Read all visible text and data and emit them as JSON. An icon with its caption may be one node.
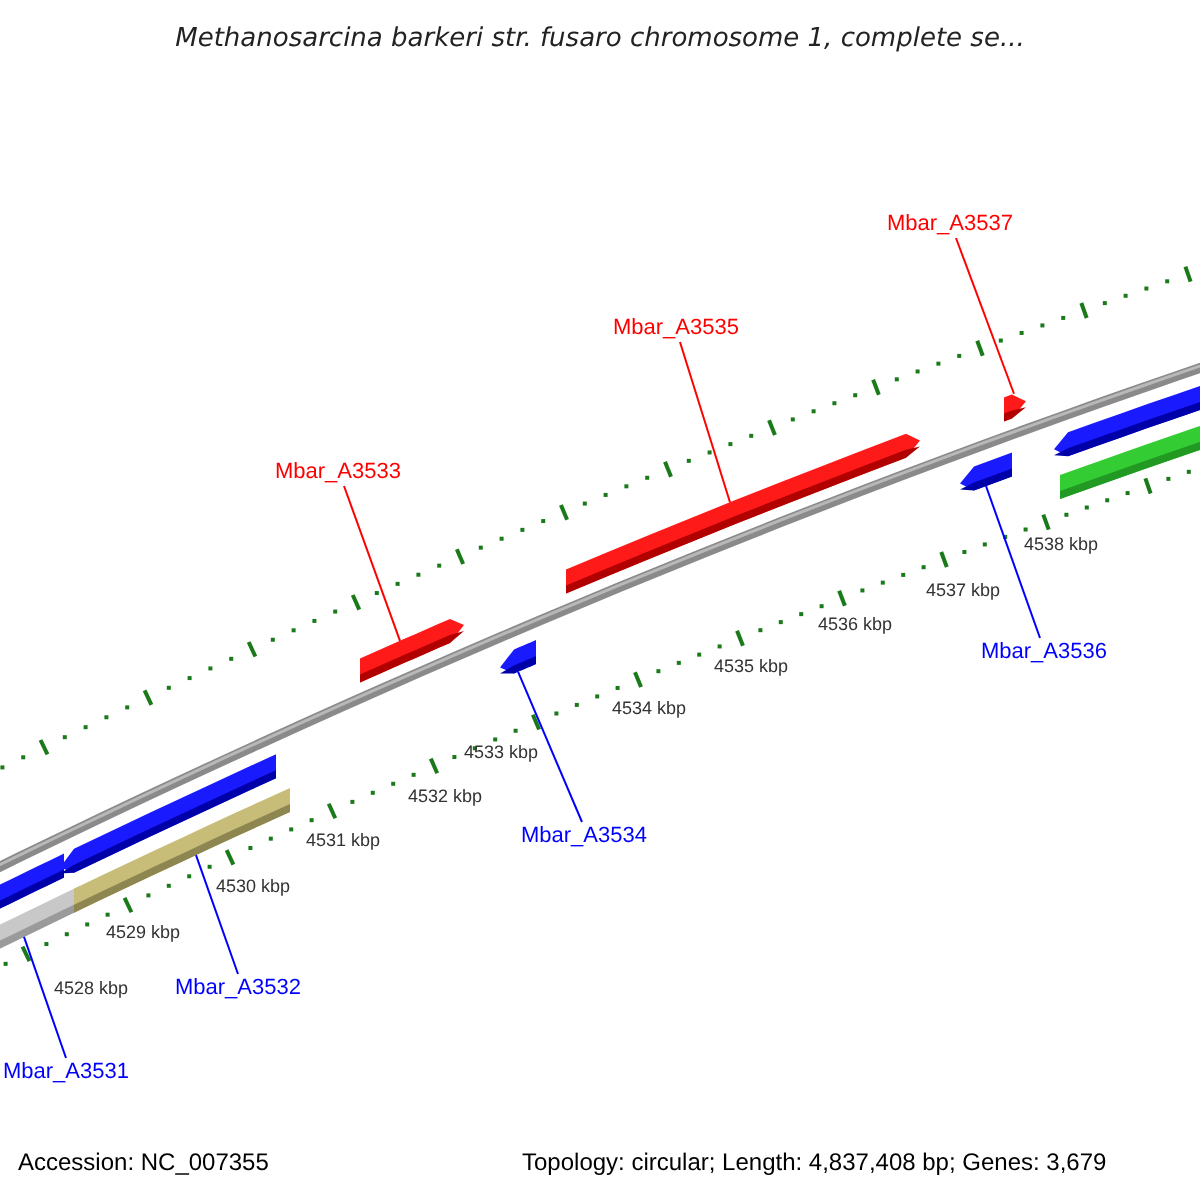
{
  "diagram": {
    "title": "Methanosarcina barkeri str. fusaro chromosome 1, complete se...",
    "nodes": [
      {
        "text": [
          "Mbar_A3537"
        ]
      },
      {
        "text": [
          "Mbar_A3535"
        ]
      },
      {
        "text": [
          "Mbar_A3533"
        ]
      },
      {
        "text": [
          "Mbar_A3536"
        ]
      },
      {
        "text": [
          "Mbar_A3534"
        ]
      },
      {
        "text": [
          "Mbar_A3532"
        ]
      },
      {
        "text": [
          "Mbar_A3531"
        ]
      },
      {
        "text": [],
        "shape": "bar"
      },
      {
        "text": [],
        "shape": "bar"
      },
      {
        "text": [],
        "shape": "bar"
      },
      {
        "text": [],
        "shape": "bar"
      },
      {
        "text": [],
        "shape": "bar"
      },
      {
        "text": [],
        "shape": "bar"
      },
      {
        "text": [],
        "shape": "bar"
      },
      {
        "text": [],
        "shape": "bar"
      },
      {
        "text": [],
        "shape": "bar"
      },
      {
        "text": [],
        "shape": "bar"
      },
      {
        "text": [],
        "shape": "bar"
      }
    ],
    "edges": [
      {
        "from": 0,
        "to": 15,
        "arrow": "none",
        "color": "#ff0000"
      },
      {
        "from": 1,
        "to": 13,
        "arrow": "none",
        "color": "#ff0000"
      },
      {
        "from": 2,
        "to": 11,
        "arrow": "none",
        "color": "#ff0000"
      },
      {
        "from": 3,
        "to": 14,
        "arrow": "none"
      },
      {
        "from": 4,
        "to": 12,
        "arrow": "none"
      },
      {
        "from": 5,
        "to": 9,
        "arrow": "none"
      },
      {
        "from": 6,
        "to": 7,
        "arrow": "none"
      }
    ],
    "labels": [
      "4528 kbp",
      "4529 kbp",
      "4530 kbp",
      "4531 kbp",
      "4532 kbp",
      "4533 kbp",
      "4534 kbp",
      "4535 kbp",
      "4536 kbp",
      "4537 kbp",
      "4538 kbp",
      "Accession: NC_007355",
      "Topology: circular; Length: 4,837,408 bp; Genes: 3,679"
    ]
  }
}
